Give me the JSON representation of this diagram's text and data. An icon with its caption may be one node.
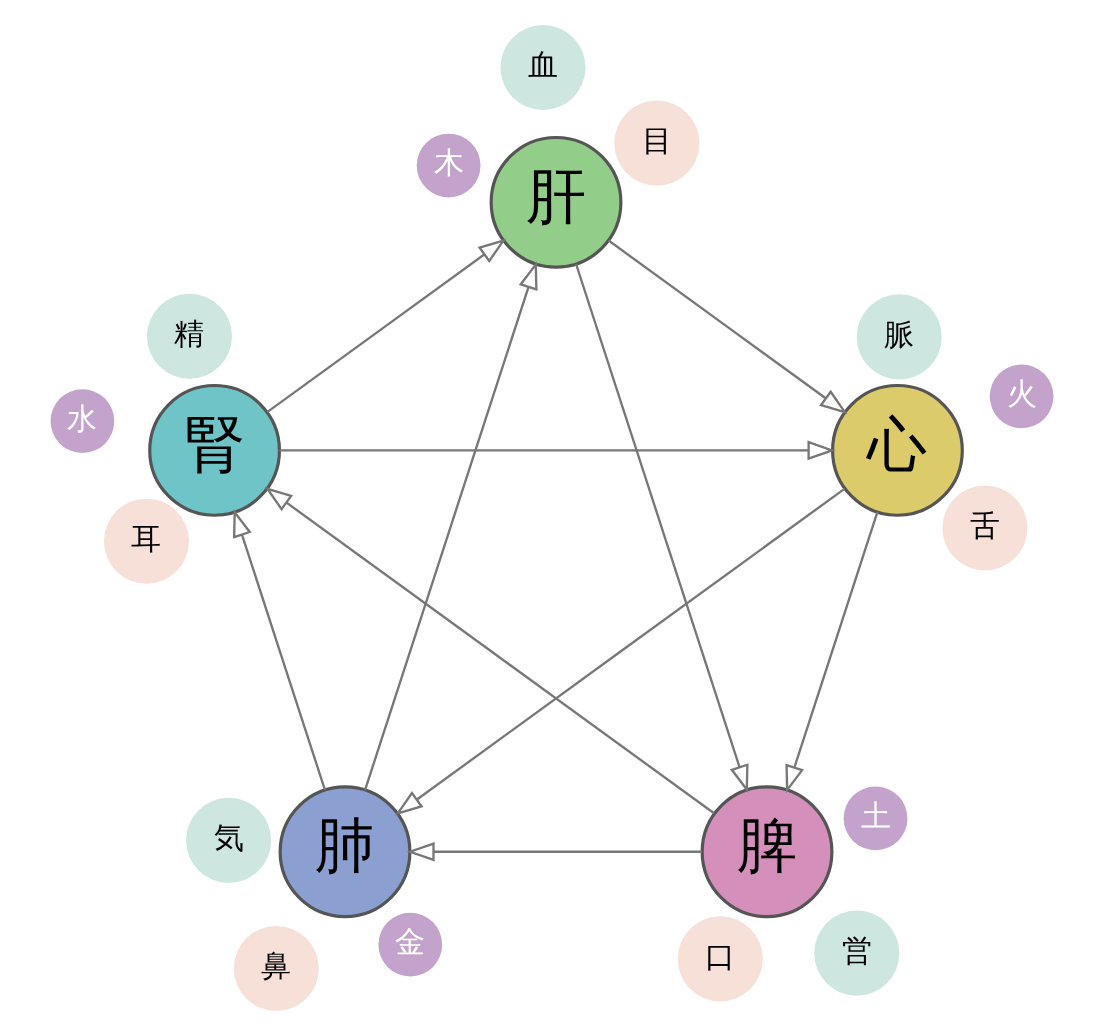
{
  "diagram": {
    "nodes": [
      {
        "text": [
          "肝"
        ]
      },
      {
        "text": [
          "目"
        ]
      },
      {
        "text": [
          "血"
        ]
      },
      {
        "text": [
          "木"
        ]
      },
      {
        "text": [
          "心"
        ]
      },
      {
        "text": [
          "舌"
        ]
      },
      {
        "text": [
          "火"
        ]
      },
      {
        "text": [
          "脈"
        ]
      },
      {
        "text": [
          "脾"
        ]
      },
      {
        "text": [
          "口"
        ]
      },
      {
        "text": [
          "営"
        ]
      },
      {
        "text": [
          "土"
        ]
      },
      {
        "text": [
          "肺"
        ]
      },
      {
        "text": [
          "気"
        ]
      },
      {
        "text": [
          "鼻"
        ]
      },
      {
        "text": [
          "金"
        ]
      },
      {
        "text": [
          "腎"
        ]
      },
      {
        "text": [
          "精"
        ]
      },
      {
        "text": [
          "水"
        ]
      },
      {
        "text": [
          "耳"
        ]
      }
    ],
    "edges": [
      {
        "from": 16,
        "to": 0,
        "arrow": "to"
      },
      {
        "from": 0,
        "to": 4,
        "arrow": "to"
      },
      {
        "from": 4,
        "to": 8,
        "arrow": "to"
      },
      {
        "from": 8,
        "to": 12,
        "arrow": "to"
      },
      {
        "from": 12,
        "to": 16,
        "arrow": "to"
      },
      {
        "from": 12,
        "to": 0,
        "arrow": "to"
      },
      {
        "from": 0,
        "to": 8,
        "arrow": "to"
      },
      {
        "from": 8,
        "to": 16,
        "arrow": "to"
      },
      {
        "from": 16,
        "to": 4,
        "arrow": "to"
      },
      {
        "from": 4,
        "to": 12,
        "arrow": "to"
      }
    ]
  }
}
